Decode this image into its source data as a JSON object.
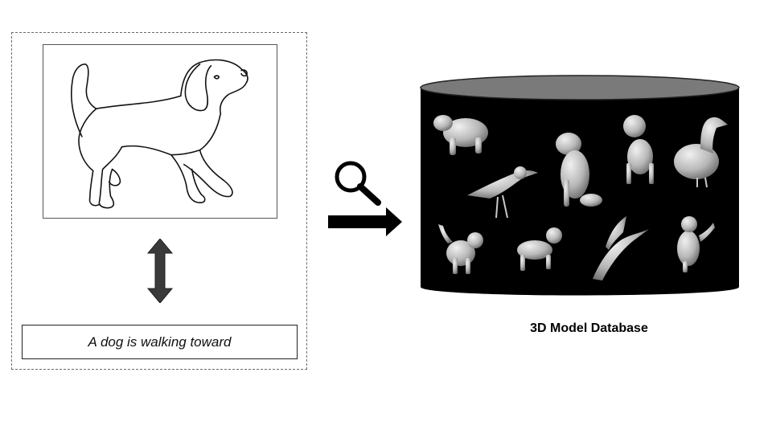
{
  "query": {
    "caption": "A dog is walking toward",
    "sketch_icon": "dog-sketch",
    "link_icon": "double-arrow-vertical"
  },
  "search": {
    "icon": "magnifier-icon",
    "arrow_icon": "arrow-right-icon"
  },
  "database": {
    "label": "3D Model Database",
    "models": [
      "bear",
      "crow",
      "dog-sitting",
      "wolf",
      "duck",
      "cat",
      "dog-standing",
      "crane",
      "bear-cub"
    ],
    "colors": {
      "cylinder_body": "#000000",
      "cylinder_top": "#7a7a7a",
      "model_fill": "#c8c8c8"
    }
  }
}
